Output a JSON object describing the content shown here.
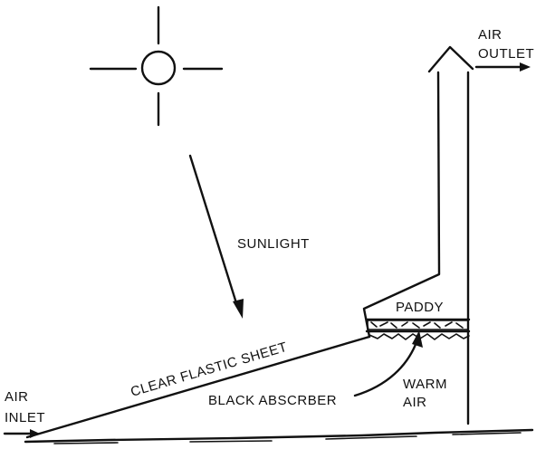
{
  "labels": {
    "air_outlet_line1": "AIR",
    "air_outlet_line2": "OUTLET",
    "sunlight": "SUNLIGHT",
    "paddy": "PADDY",
    "clear_sheet": "CLEAR FLASTIC SHEET",
    "air_inlet_line1": "AIR",
    "air_inlet_line2": "INLET",
    "black_absorber": "BLACK ABSCRBER",
    "warm_air_line1": "WARM",
    "warm_air_line2": "AIR"
  },
  "colors": {
    "ink": "#111111",
    "background": "#ffffff"
  }
}
